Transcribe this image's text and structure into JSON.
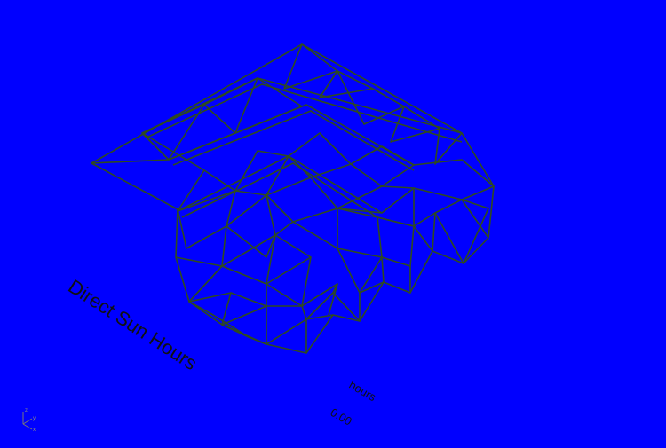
{
  "viewport": {
    "background": "#0000ff",
    "mesh_color": "#2f4a1f"
  },
  "legend": {
    "title": "Direct Sun Hours",
    "unit": "hours",
    "min_value": "0.00"
  },
  "axis_gizmo": {
    "z": "z",
    "y": "y",
    "x": "x"
  }
}
